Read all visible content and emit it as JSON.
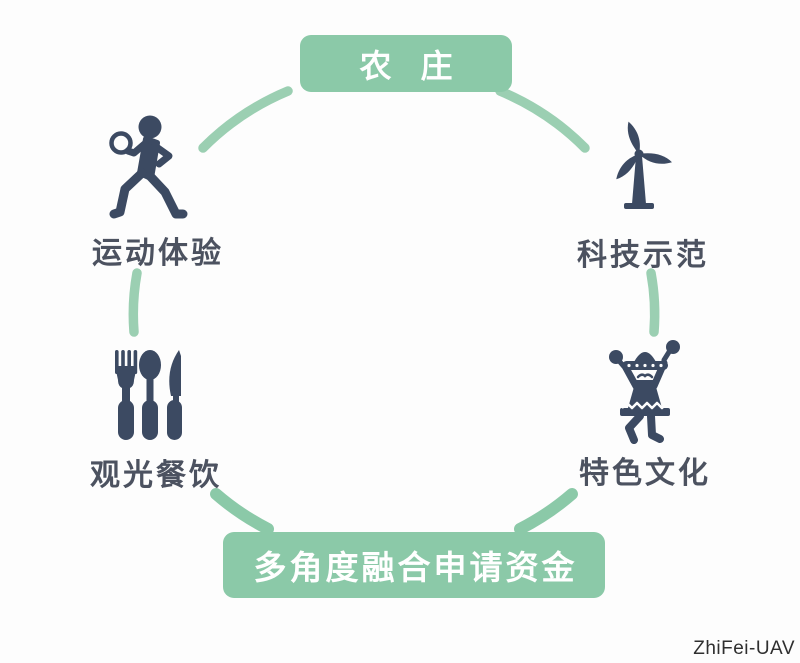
{
  "hub": {
    "label": "农 庄"
  },
  "banner": {
    "label": "多角度融合申请资金"
  },
  "nodes": {
    "sports": {
      "label": "运动体验",
      "icon": "tennis-player"
    },
    "tech": {
      "label": "科技示范",
      "icon": "wind-turbine"
    },
    "dining": {
      "label": "观光餐饮",
      "icon": "cutlery"
    },
    "culture": {
      "label": "特色文化",
      "icon": "mexican-dancer"
    }
  },
  "watermark": {
    "label": "ZhiFei-UAV"
  },
  "colors": {
    "box_green": "#8bc9a8",
    "ring_green": "#9bcfb2",
    "icon_navy": "#3c4a62",
    "label_text": "#4c5260",
    "box_text": "#ffffff",
    "background": "#fdfdfd",
    "watermark_text": "#2f2f2f"
  }
}
